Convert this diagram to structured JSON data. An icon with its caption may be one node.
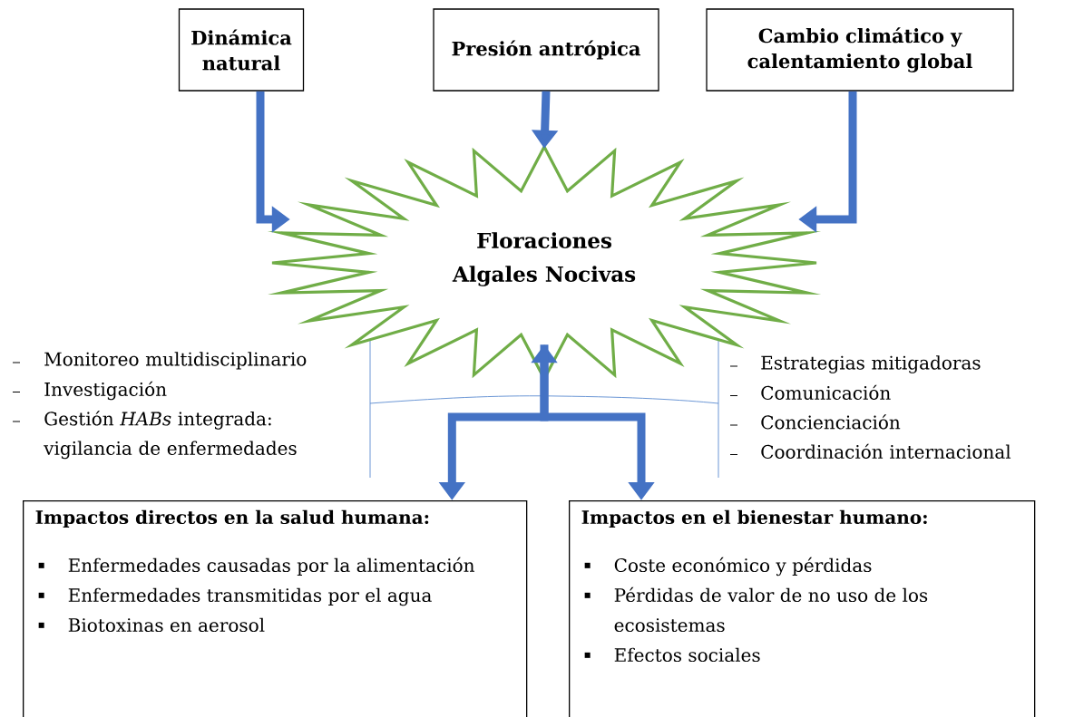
{
  "diagram": {
    "nodes": [
      {
        "text": [
          "Dinámica natural"
        ]
      },
      {
        "text": [
          "Presión antrópica"
        ]
      },
      {
        "text": [
          "Cambio climático y calentamiento global"
        ]
      },
      {
        "text": [
          "Floraciones Algales Nocivas"
        ]
      },
      {
        "text": [
          "Impactos directos en la salud humana:",
          "Enfermedades causadas por la alimentación",
          "Enfermedades transmitidas por el agua",
          "Biotoxinas en aerosol"
        ]
      },
      {
        "text": [
          "Impactos en el bienestar humano:",
          "Coste económico y pérdidas",
          "Pérdidas de valor de no uso de los ecosistemas",
          "Efectos sociales"
        ]
      }
    ],
    "edges": [
      {
        "from": 0,
        "to": 3,
        "arrow": "to"
      },
      {
        "from": 1,
        "to": 3,
        "arrow": "to"
      },
      {
        "from": 2,
        "to": 3,
        "arrow": "to"
      },
      {
        "from": 4,
        "to": 3,
        "arrow": "both"
      },
      {
        "from": 3,
        "to": 5,
        "arrow": "to"
      }
    ],
    "labels": [
      "Monitoreo multidisciplinario",
      "Investigación",
      "Gestión *HABs* integrada: vigilancia de enfermedades",
      "Estrategias mitigadoras",
      "Comunicación",
      "Concienciación",
      "Coordinación internacional"
    ]
  }
}
